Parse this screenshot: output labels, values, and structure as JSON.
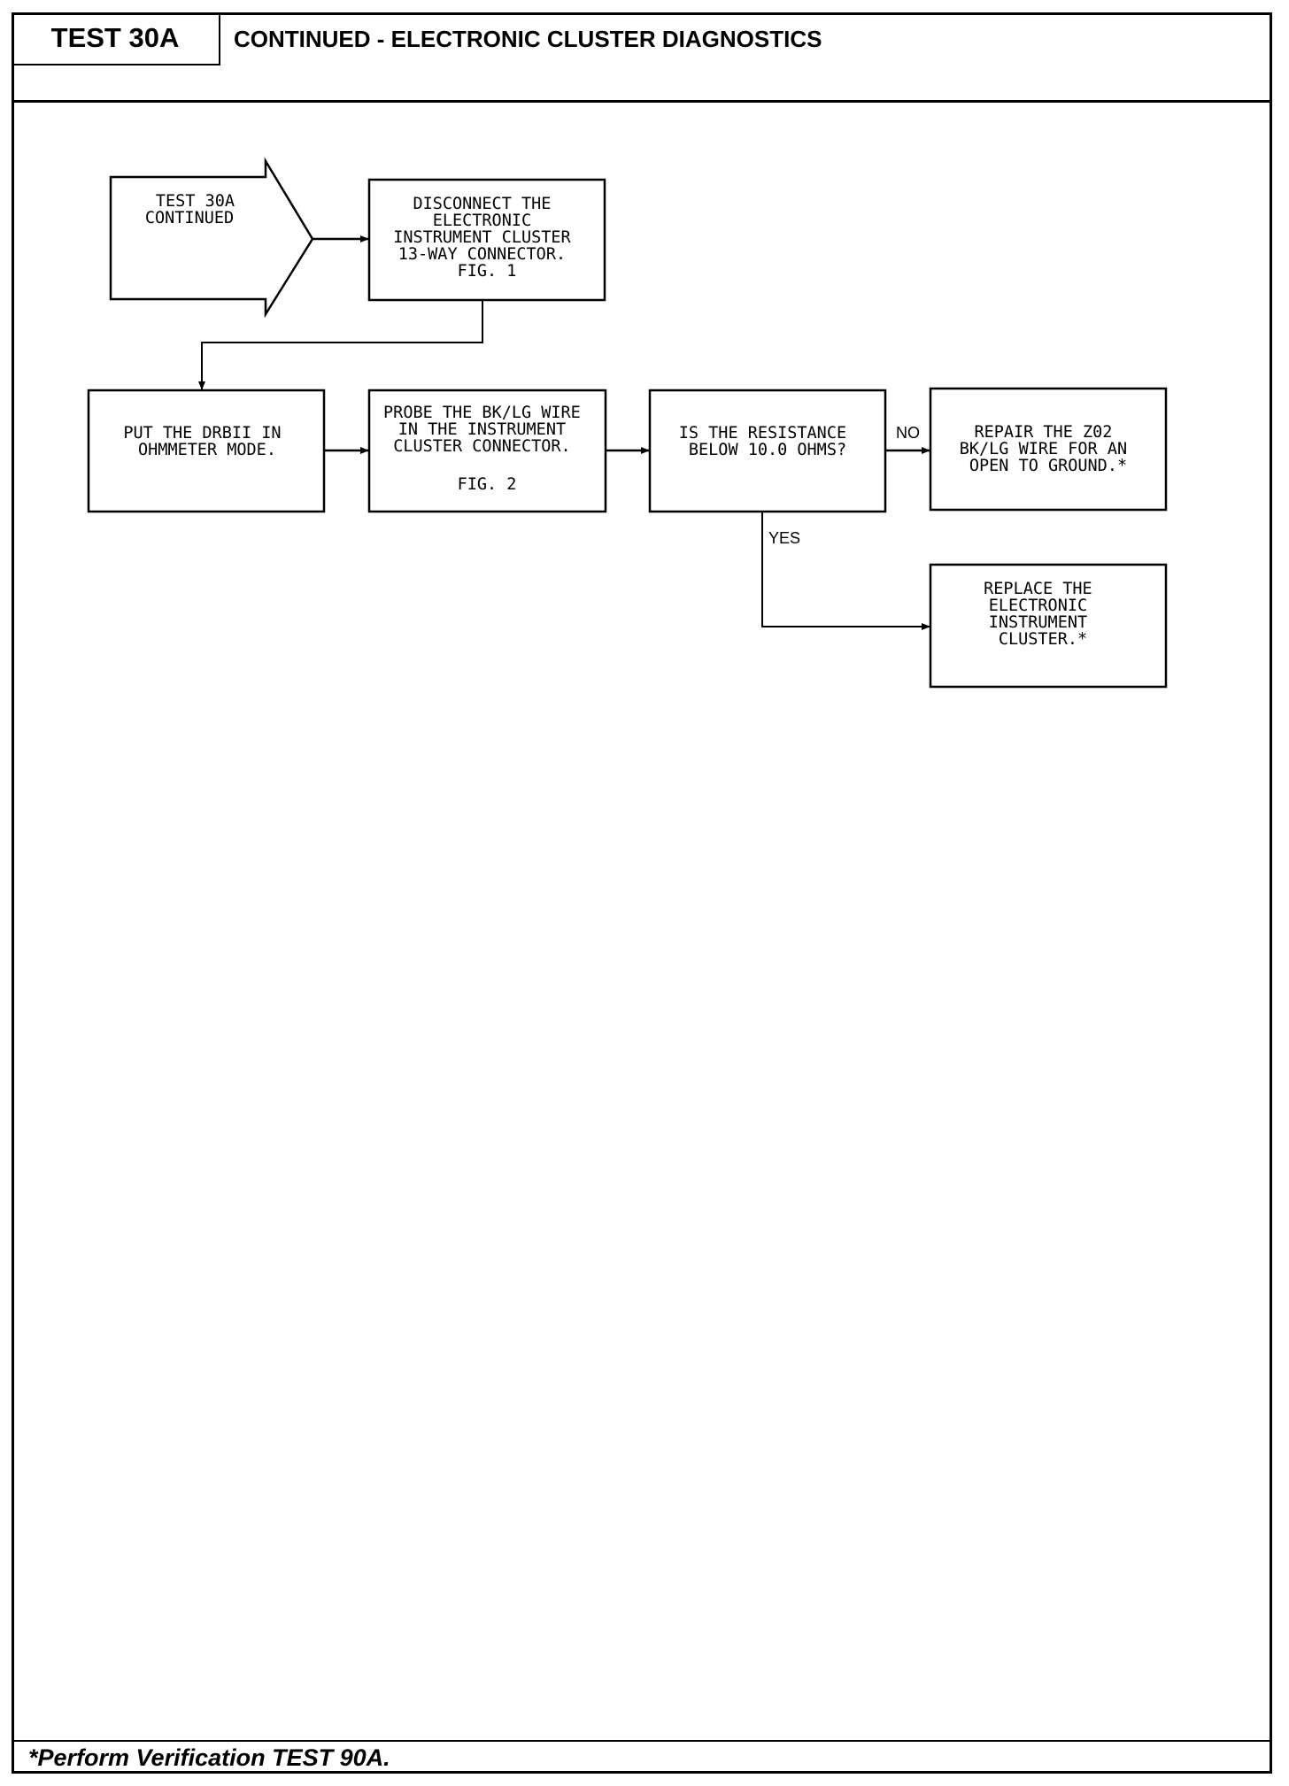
{
  "header": {
    "test_id": "TEST 30A",
    "title": "CONTINUED - ELECTRONIC CLUSTER DIAGNOSTICS"
  },
  "flowchart": {
    "entry": {
      "lines": [
        "TEST 30A",
        "CONTINUED"
      ]
    },
    "disconnect": {
      "lines": [
        "DISCONNECT THE",
        "ELECTRONIC",
        "INSTRUMENT CLUSTER",
        "13-WAY CONNECTOR.",
        "FIG. 1"
      ]
    },
    "ohmmeter": {
      "lines": [
        "PUT THE DRBII IN",
        "OHMMETER MODE."
      ]
    },
    "probe": {
      "lines": [
        "PROBE THE BK/LG WIRE",
        "IN THE INSTRUMENT",
        "CLUSTER CONNECTOR.",
        "",
        "FIG. 2"
      ]
    },
    "question": {
      "lines": [
        "IS THE RESISTANCE",
        "BELOW 10.0 OHMS?"
      ]
    },
    "repair": {
      "lines": [
        "REPAIR THE Z02",
        "BK/LG WIRE FOR AN",
        "OPEN TO GROUND.*"
      ]
    },
    "replace": {
      "lines": [
        "REPLACE THE",
        "ELECTRONIC",
        "INSTRUMENT",
        "CLUSTER.*"
      ]
    },
    "no_label": "NO",
    "yes_label": "YES"
  },
  "footer": {
    "note": "*Perform Verification TEST 90A."
  }
}
